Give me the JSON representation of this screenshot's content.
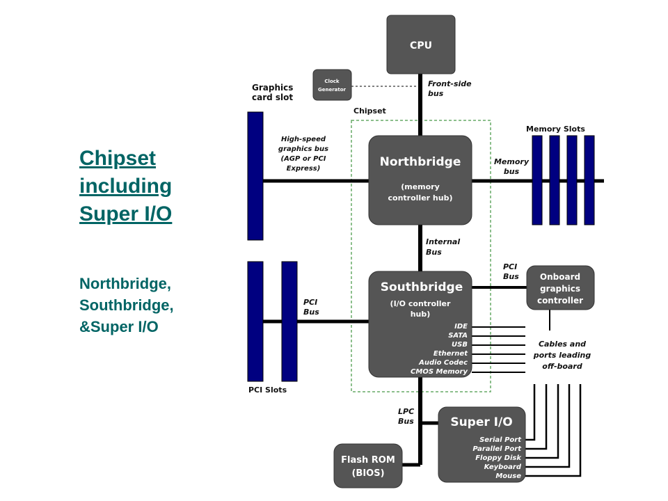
{
  "slide": {
    "title_lines": [
      "Chipset",
      "including",
      "Super I/O"
    ],
    "subtitle_lines": [
      "Northbridge,",
      "Southbridge,",
      "&Super I/O"
    ]
  },
  "diagram": {
    "cpu": "CPU",
    "clock_line1": "Clock",
    "clock_line2": "Generator",
    "front_side_bus_line1": "Front-side",
    "front_side_bus_line2": "bus",
    "chipset": "Chipset",
    "graphics_slot_line1": "Graphics",
    "graphics_slot_line2": "card slot",
    "gfx_bus_line1": "High-speed",
    "gfx_bus_line2": "graphics bus",
    "gfx_bus_line3": "(AGP or PCI",
    "gfx_bus_line4": "Express)",
    "memory_slots": "Memory Slots",
    "memory_bus_line1": "Memory",
    "memory_bus_line2": "bus",
    "northbridge": "Northbridge",
    "northbridge_sub1": "(memory",
    "northbridge_sub2": "controller hub)",
    "internal_bus_line1": "Internal",
    "internal_bus_line2": "Bus",
    "pci_bus_right_line1": "PCI",
    "pci_bus_right_line2": "Bus",
    "onboard_gfx_line1": "Onboard",
    "onboard_gfx_line2": "graphics",
    "onboard_gfx_line3": "controller",
    "southbridge": "Southbridge",
    "southbridge_sub1": "(I/O controller",
    "southbridge_sub2": "hub)",
    "southbridge_ports": [
      "IDE",
      "SATA",
      "USB",
      "Ethernet",
      "Audio Codec",
      "CMOS Memory"
    ],
    "pci_bus_left_line1": "PCI",
    "pci_bus_left_line2": "Bus",
    "pci_slots": "PCI Slots",
    "cables_line1": "Cables and",
    "cables_line2": "ports leading",
    "cables_line3": "off-board",
    "lpc_bus_line1": "LPC",
    "lpc_bus_line2": "Bus",
    "super_io": "Super I/O",
    "super_io_ports": [
      "Serial Port",
      "Parallel Port",
      "Floppy Disk",
      "Keyboard",
      "Mouse"
    ],
    "flash_rom_line1": "Flash ROM",
    "flash_rom_line2": "(BIOS)"
  },
  "colors": {
    "box": "#555555",
    "slot": "#000080",
    "title_text": "#006464",
    "chipset_border": "#66aa66"
  }
}
